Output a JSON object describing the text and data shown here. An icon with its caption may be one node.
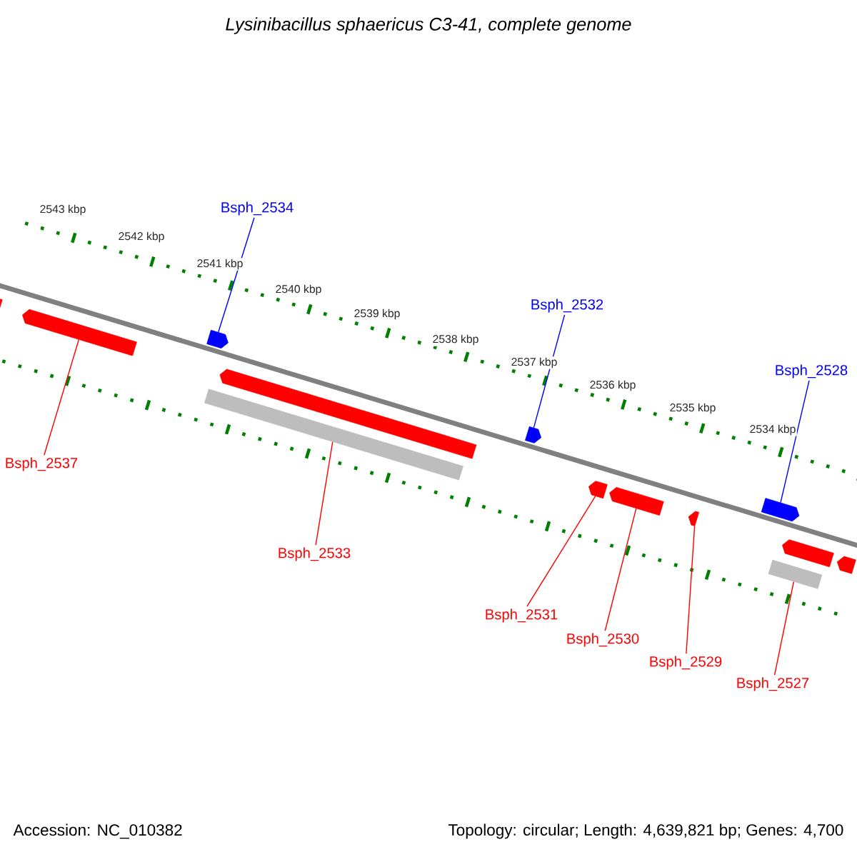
{
  "diagram": {
    "title": "Lysinibacillus sphaericus C3-41, complete genome",
    "nodes": [
      {
        "text": [
          "Bsph_2534"
        ]
      },
      {
        "text": [
          "Bsph_2532"
        ]
      },
      {
        "text": [
          "Bsph_2528"
        ]
      },
      {
        "text": [
          "Bsph_2537"
        ]
      },
      {
        "text": [
          "Bsph_2533"
        ]
      },
      {
        "text": [
          "Bsph_2531"
        ]
      },
      {
        "text": [
          "Bsph_2530"
        ]
      },
      {
        "text": [
          "Bsph_2529"
        ]
      },
      {
        "text": [
          "Bsph_2527"
        ]
      },
      {
        "text": [],
        "shape": "pentagon"
      },
      {
        "text": [],
        "shape": "pentagon"
      },
      {
        "text": [],
        "shape": "pentagon"
      },
      {
        "text": [],
        "shape": "pentagon"
      },
      {
        "text": [],
        "shape": "pentagon"
      },
      {
        "text": [],
        "shape": "pentagon"
      },
      {
        "text": [],
        "shape": "bar"
      },
      {
        "text": [],
        "shape": "pentagon"
      },
      {
        "text": [],
        "shape": "pentagon"
      },
      {
        "text": [],
        "shape": "pentagon"
      },
      {
        "text": [],
        "shape": "pentagon"
      },
      {
        "text": [],
        "shape": "bar"
      },
      {
        "text": [],
        "shape": "pentagon"
      }
    ],
    "edges": [
      {
        "from": 0,
        "to": 9,
        "arrow": "none",
        "color": "#0000ff"
      },
      {
        "from": 1,
        "to": 10,
        "arrow": "none",
        "color": "#0000ff"
      },
      {
        "from": 2,
        "to": 11,
        "arrow": "none",
        "color": "#0000ff"
      },
      {
        "from": 3,
        "to": 13,
        "arrow": "none"
      },
      {
        "from": 4,
        "to": 15,
        "arrow": "none"
      },
      {
        "from": 5,
        "to": 16,
        "arrow": "none"
      },
      {
        "from": 6,
        "to": 17,
        "arrow": "none"
      },
      {
        "from": 7,
        "to": 18,
        "arrow": "none"
      },
      {
        "from": 8,
        "to": 20,
        "arrow": "none"
      }
    ],
    "labels": [
      "2543 kbp",
      "2542 kbp",
      "2541 kbp",
      "2540 kbp",
      "2539 kbp",
      "2538 kbp",
      "2537 kbp",
      "2536 kbp",
      "2535 kbp",
      "2534 kbp",
      "Accession: NC_010382",
      "Topology: circular; Length: 4,639,821 bp; Genes: 4,700"
    ]
  }
}
